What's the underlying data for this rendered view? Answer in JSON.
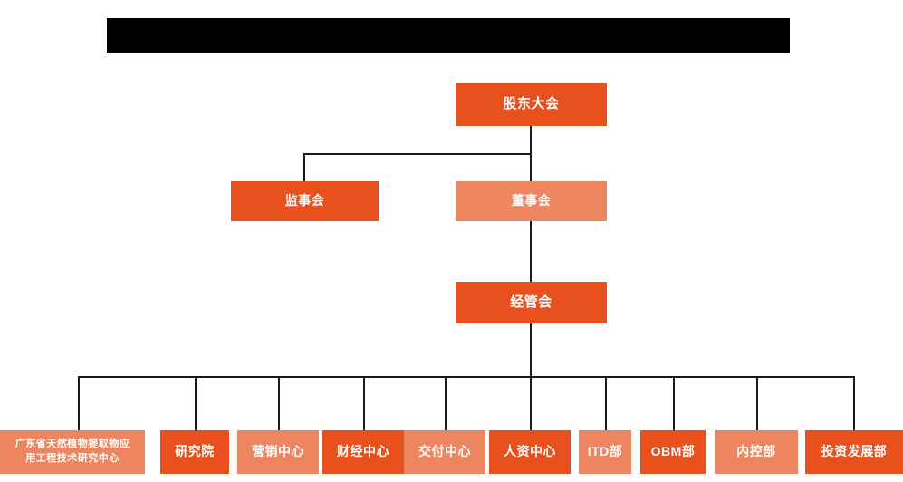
{
  "diagram": {
    "type": "org-chart",
    "title_bar": {
      "name": "redacted-title-bar",
      "state": "redacted",
      "color": "#000000",
      "text": ""
    },
    "palette": {
      "dark_orange": "#E8501E",
      "light_orange": "#ED8560",
      "line": "#1a1a1a",
      "background": "#ffffff",
      "text": "#ffffff"
    },
    "levels": [
      {
        "level": 1,
        "nodes": [
          {
            "id": "shareholders",
            "label": "股东大会",
            "tone": "dark"
          }
        ]
      },
      {
        "level": 2,
        "nodes": [
          {
            "id": "supervisors",
            "label": "监事会",
            "tone": "dark"
          },
          {
            "id": "directors",
            "label": "董事会",
            "tone": "light"
          }
        ]
      },
      {
        "level": 3,
        "nodes": [
          {
            "id": "management",
            "label": "经管会",
            "tone": "dark"
          }
        ]
      },
      {
        "level": 4,
        "nodes": [
          {
            "id": "research-center",
            "label": "广东省天然植物提取物应\n用工程技术研究中心",
            "tone": "light"
          },
          {
            "id": "institute",
            "label": "研究院",
            "tone": "dark"
          },
          {
            "id": "marketing-center",
            "label": "营销中心",
            "tone": "light"
          },
          {
            "id": "finance-center",
            "label": "财经中心",
            "tone": "dark"
          },
          {
            "id": "delivery-center",
            "label": "交付中心",
            "tone": "light"
          },
          {
            "id": "hr-center",
            "label": "人资中心",
            "tone": "dark"
          },
          {
            "id": "itd-department",
            "label": "ITD部",
            "tone": "light"
          },
          {
            "id": "obm-department",
            "label": "OBM部",
            "tone": "dark"
          },
          {
            "id": "internal-control-department",
            "label": "内控部",
            "tone": "light"
          },
          {
            "id": "investment-development-department",
            "label": "投资发展部",
            "tone": "dark"
          }
        ]
      }
    ],
    "connections": [
      {
        "from": "shareholders",
        "to": "supervisors"
      },
      {
        "from": "shareholders",
        "to": "directors"
      },
      {
        "from": "directors",
        "to": "management"
      },
      {
        "from": "management",
        "to": "research-center"
      },
      {
        "from": "management",
        "to": "institute"
      },
      {
        "from": "management",
        "to": "marketing-center"
      },
      {
        "from": "management",
        "to": "finance-center"
      },
      {
        "from": "management",
        "to": "delivery-center"
      },
      {
        "from": "management",
        "to": "hr-center"
      },
      {
        "from": "management",
        "to": "itd-department"
      },
      {
        "from": "management",
        "to": "obm-department"
      },
      {
        "from": "management",
        "to": "internal-control-department"
      },
      {
        "from": "management",
        "to": "investment-development-department"
      }
    ]
  }
}
